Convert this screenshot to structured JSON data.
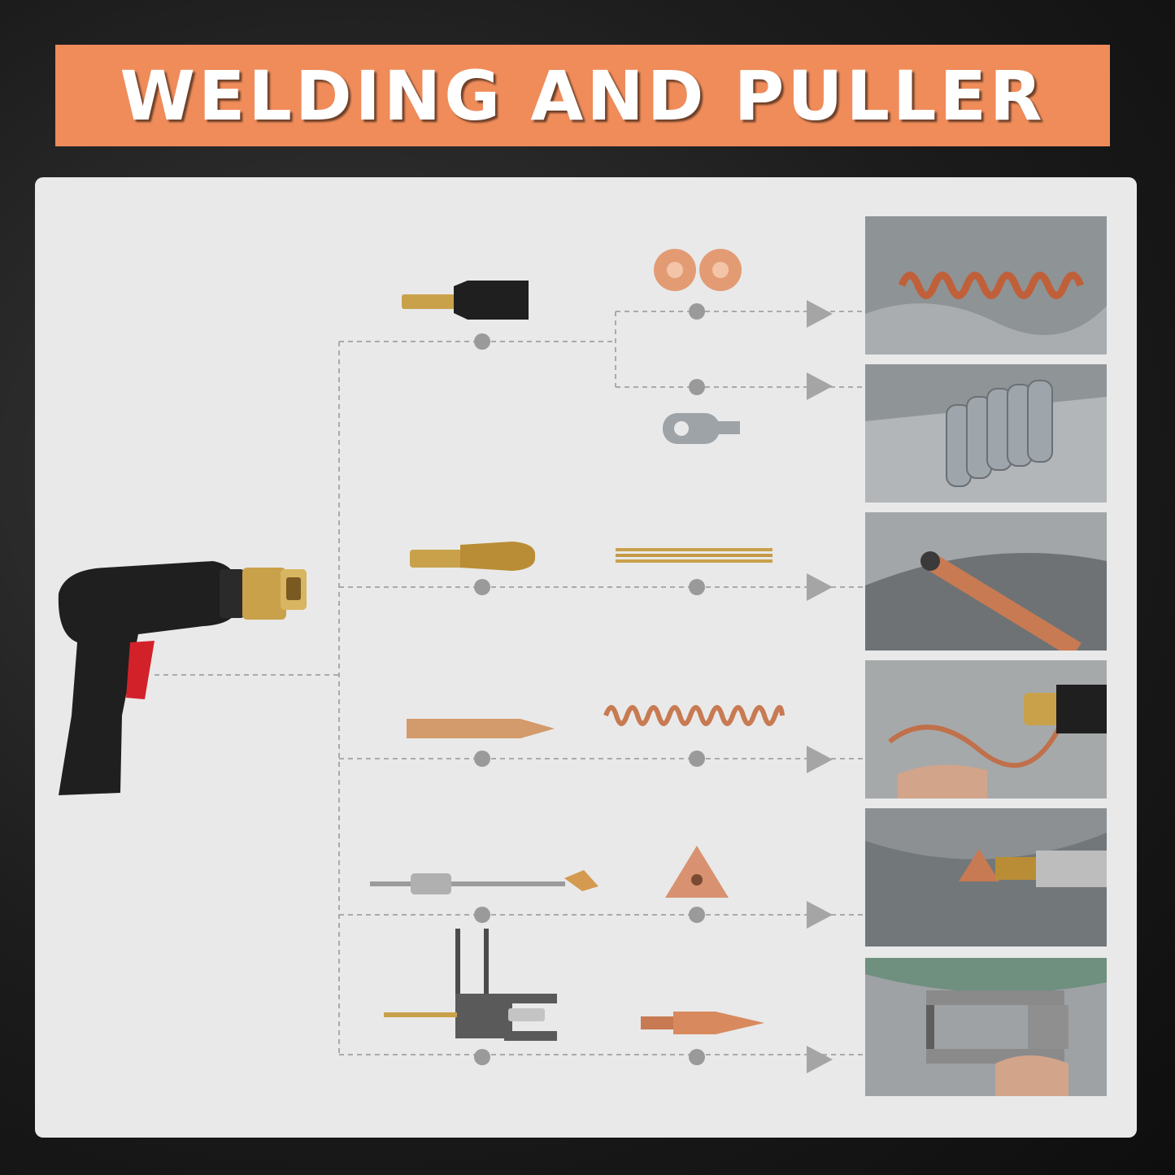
{
  "title": "WELDING AND PULLER",
  "colors": {
    "banner": "#ef8c5a",
    "panel": "#e9e9e9",
    "connector": "#aaaaaa",
    "copper": "#c87a52",
    "brass": "#c9a14a",
    "gun_body": "#1f1f1f",
    "trigger": "#d3212a"
  },
  "welding_gun": {
    "icon": "spot-welding-gun-icon"
  },
  "rows": [
    {
      "tip": "stud-electrode-icon",
      "consumable": "copper-washer-icon",
      "result": "wavy-wire-weld-photo"
    },
    {
      "tip": "stud-electrode-icon",
      "consumable": "key-washer-icon",
      "result": "key-washer-weld-photo"
    },
    {
      "tip": "carbon-rod-holder-icon",
      "consumable": "carbon-rod-icon",
      "result": "carbon-rod-shrinking-photo"
    },
    {
      "tip": "flat-welding-tip-icon",
      "consumable": "wavy-wire-icon",
      "result": "wavy-wire-pulling-photo"
    },
    {
      "tip": "slide-hammer-icon",
      "consumable": "triangle-washer-icon",
      "result": "triangle-washer-pulling-photo"
    },
    {
      "tip": "dent-puller-icon",
      "consumable": "pointed-welding-tip-icon",
      "result": "dent-puller-use-photo"
    }
  ]
}
